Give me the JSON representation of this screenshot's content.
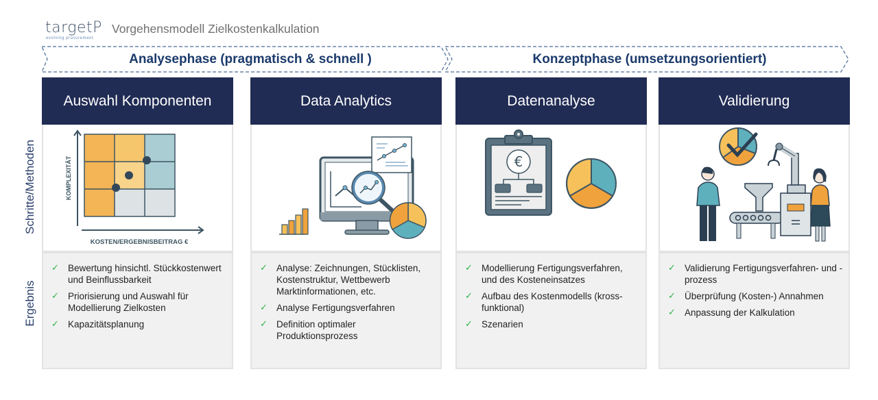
{
  "header": {
    "brand_logo": "targetP",
    "brand_tagline": "evolving procurement",
    "title": "Vorgehensmodell Zielkostenkalkulation"
  },
  "phases": [
    {
      "label": "Analysephase (pragmatisch & schnell )"
    },
    {
      "label": "Konzeptphase (umsetzungsorientiert)"
    }
  ],
  "row_labels": {
    "methods": "Schritte/Methoden",
    "results": "Ergebnis"
  },
  "colors": {
    "header_bg": "#212c54",
    "phase_text": "#1b3a6b",
    "check": "#2db34a",
    "orange": "#f0a23c",
    "yellow": "#f6c15a",
    "teal": "#5fb0bd",
    "slate": "#3d5563"
  },
  "columns": [
    {
      "title": "Auswahl Komponenten",
      "illustration": "complexity-cost-matrix",
      "matrix": {
        "y_axis_label": "KOMPLEXITÄT",
        "x_axis_label": "KOSTEN/ERGEBNISBEITRAG €"
      },
      "results": [
        "Bewertung hinsichtl. Stückkostenwert und Beinflussbarkeit",
        "Priorisierung und Auswahl für Modellierung Zielkosten",
        "Kapazitätsplanung"
      ]
    },
    {
      "title": "Data Analytics",
      "illustration": "monitor-magnifier-charts",
      "results": [
        "Analyse: Zeichnungen, Stücklisten, Kostenstruktur, Wettbewerb Marktinformationen, etc.",
        "Analyse Fertigungsverfahren",
        "Definition optimaler Produktionsprozess"
      ]
    },
    {
      "title": "Datenanalyse",
      "illustration": "clipboard-euro-pie",
      "results": [
        "Modellierung Fertigungsverfahren, und des Kosteneinsatzes",
        "Aufbau des Kostenmodells (kross-funktional)",
        "Szenarien"
      ]
    },
    {
      "title": "Validierung",
      "illustration": "people-factory-robot",
      "results": [
        "Validierung Fertigungsverfahren- und -prozess",
        "Überprüfung (Kosten-) Annahmen",
        "Anpassung der Kalkulation"
      ]
    }
  ],
  "check_glyph": "✓"
}
